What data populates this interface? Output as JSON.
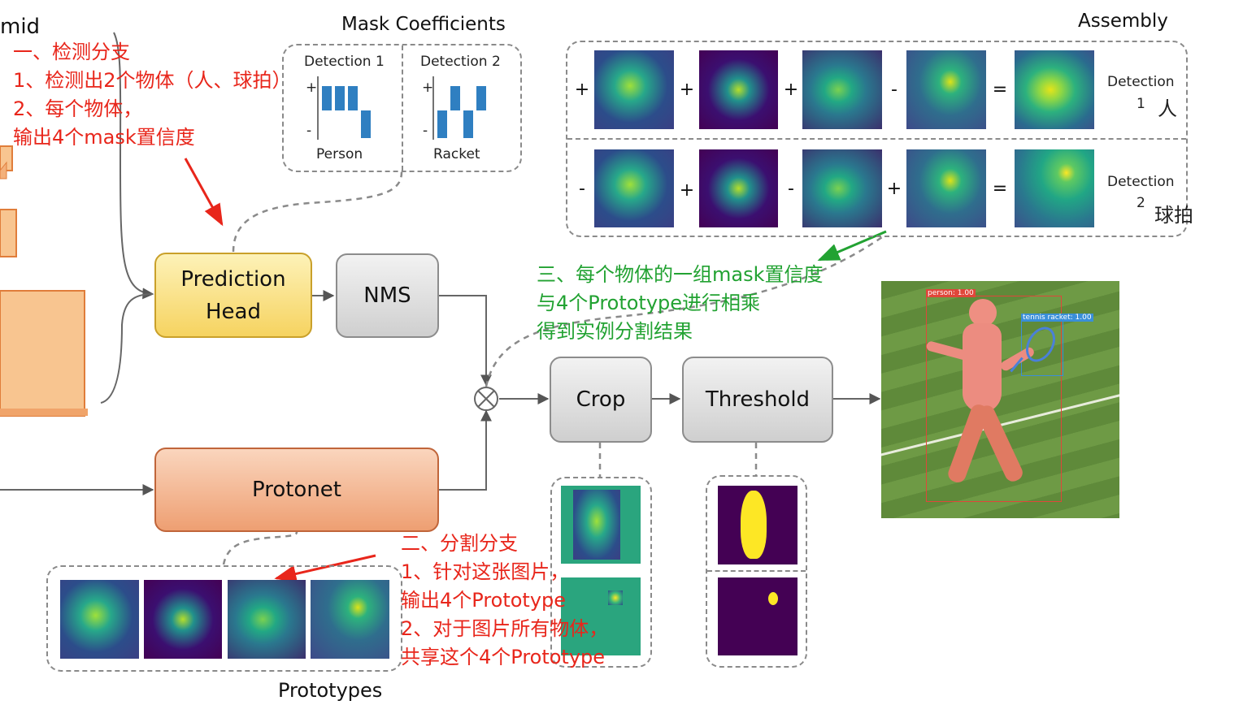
{
  "title_fragment": "mid",
  "mask_coefficients": {
    "title": "Mask Coefficients",
    "detections": [
      {
        "label": "Detection 1",
        "class": "Person",
        "plus": "+",
        "minus": "-",
        "coeffs": [
          1,
          1,
          1,
          -1
        ]
      },
      {
        "label": "Detection 2",
        "class": "Racket",
        "plus": "+",
        "minus": "-",
        "coeffs": [
          -1,
          1,
          -1,
          1
        ]
      }
    ]
  },
  "assembly": {
    "title": "Assembly",
    "rows": [
      {
        "ops": [
          "+",
          "+",
          "+",
          "-",
          "="
        ],
        "detection": "Detection",
        "num": "1",
        "cn": "人"
      },
      {
        "ops": [
          "-",
          "+",
          "-",
          "+",
          "="
        ],
        "detection": "Detection",
        "num": "2",
        "cn": "球拍"
      }
    ]
  },
  "boxes": {
    "prediction_head": "Prediction Head",
    "nms": "NMS",
    "protonet": "Protonet",
    "crop": "Crop",
    "threshold": "Threshold"
  },
  "operator": "⊗",
  "prototypes_label": "Prototypes",
  "result_labels": {
    "person": "person: 1.00",
    "racket": "tennis racket: 1.00"
  },
  "notes": {
    "detection_branch": [
      "一、检测分支",
      "1、检测出2个物体（人、球拍）",
      "2、每个物体，",
      "输出4个mask置信度"
    ],
    "seg_branch": [
      "二、分割分支",
      "1、针对这张图片，",
      "输出4个Prototype",
      "2、对于图片所有物体，",
      "共享这个4个Prototype"
    ],
    "combine": [
      "三、每个物体的一组mask置信度",
      "与4个Prototype进行相乘",
      "得到实例分割结果"
    ]
  },
  "colors": {
    "prediction_head": "#fbe38a",
    "nms": "#dcdcdc",
    "protonet": "#f3b58f",
    "annotation_red": "#e8261b",
    "annotation_green": "#22a232",
    "pyramid": "#f8c590",
    "coefficient_bar": "#2f7fc1"
  }
}
